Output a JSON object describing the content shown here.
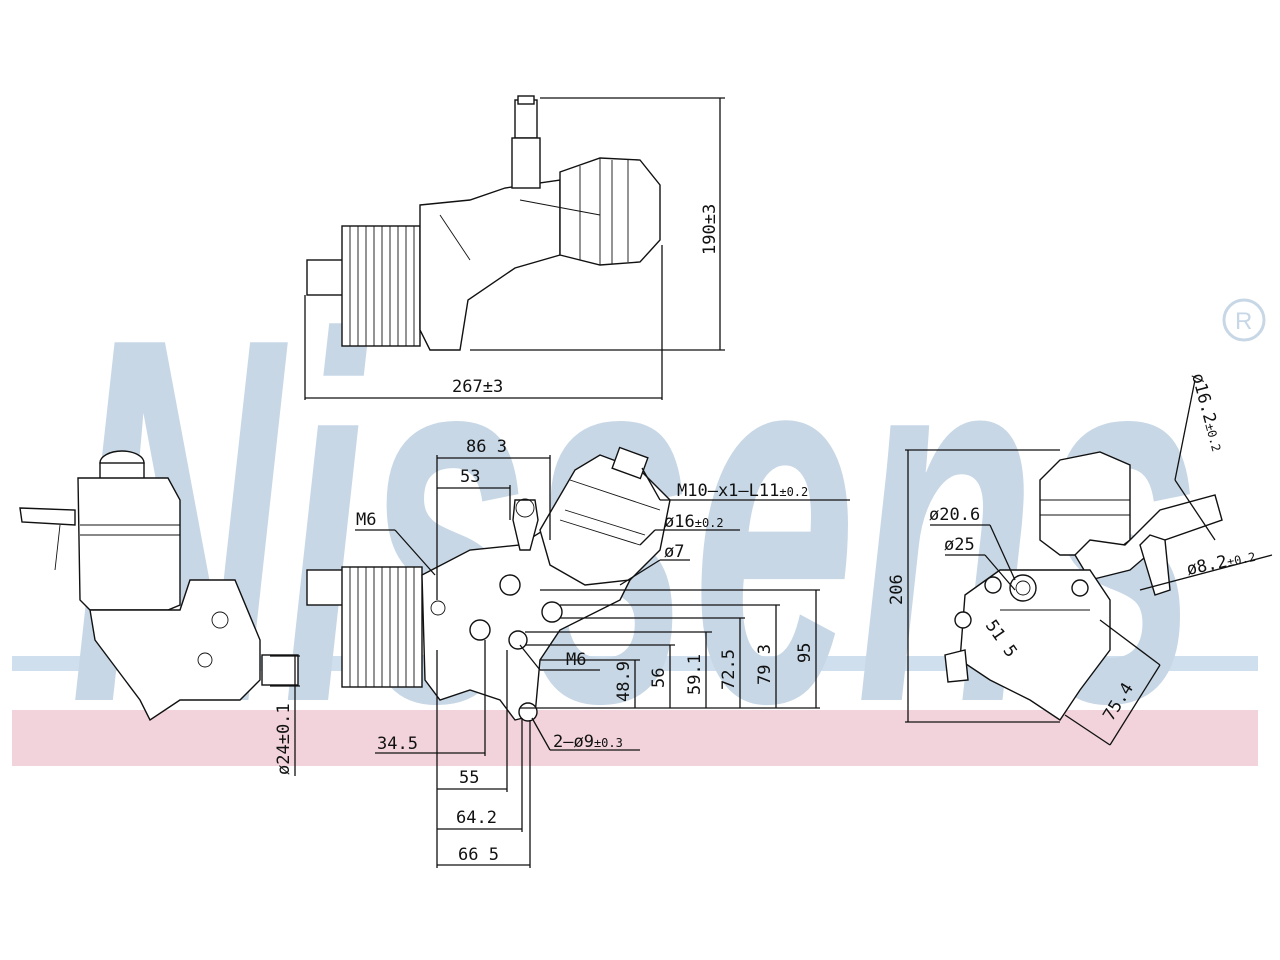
{
  "watermark": {
    "brand": "Nissens",
    "registered": "®",
    "color": "#c7d7e6",
    "stripe_blue": "#cfdfee",
    "stripe_pink": "#f2d3db"
  },
  "dimensions": {
    "height_top": "190±3",
    "width_top": "267±3",
    "d_86_3": "86 3",
    "d_53": "53",
    "m6_upper": "M6",
    "thread": "M10–x1–L11",
    "thread_tol": "±0.2",
    "dia16": "ø16",
    "dia16_tol": "±0.2",
    "dia7": "ø7",
    "m6_lower": "M6",
    "h48_9": "48.9",
    "h56": "56",
    "h59_1": "59.1",
    "h72_5": "72.5",
    "h79_3": "79 3",
    "h95": "95",
    "w34_5": "34.5",
    "holes": "2–ø9",
    "holes_tol": "±0.3",
    "w55": "55",
    "w64_2": "64.2",
    "w66_5": "66 5",
    "dia24": "ø24±0.1",
    "dia20_6": "ø20.6",
    "dia25": "ø25",
    "h206": "206",
    "d51_5": "51 5",
    "d75_4": "75.4",
    "dia16_2": "ø16.2",
    "dia16_2_tol": "±0.2",
    "dia8_2": "ø8.2",
    "dia8_2_tol": "±0.2"
  }
}
